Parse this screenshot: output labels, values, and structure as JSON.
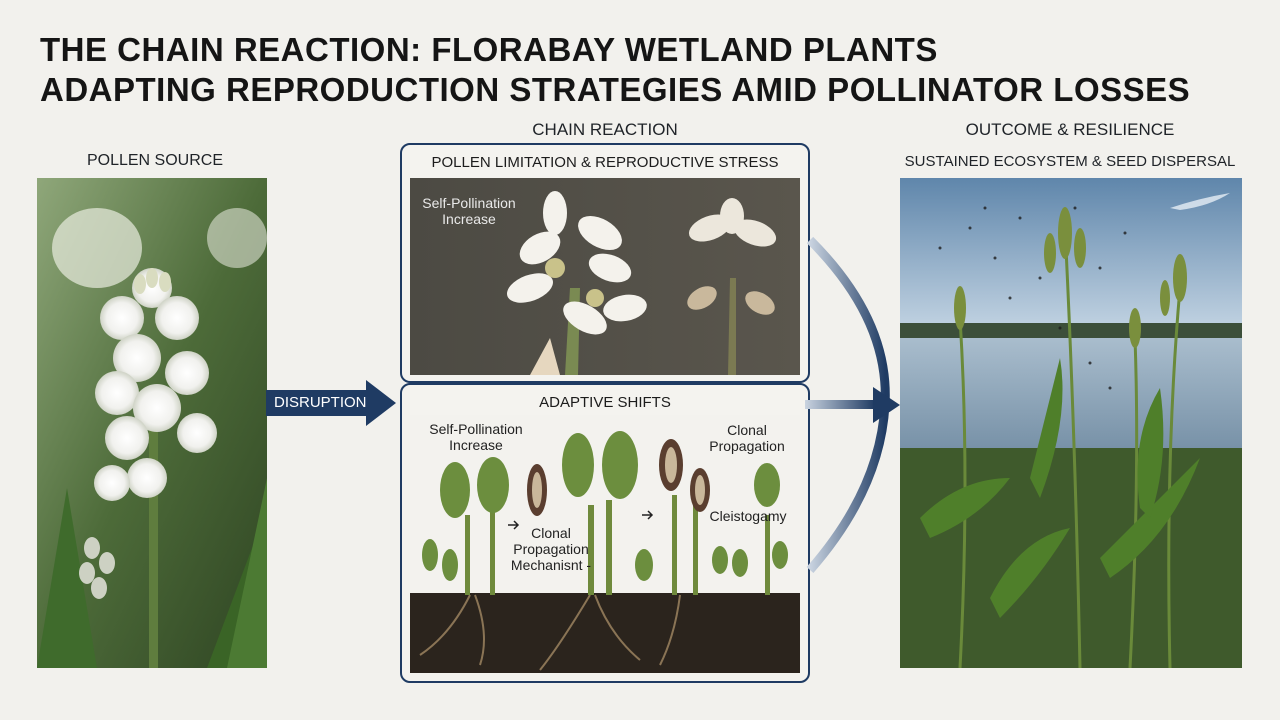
{
  "title": {
    "bold": "THE CHAIN REACTION:",
    "rest_line1": " FLORABAY WETLAND PLANTS",
    "line2": "ADAPTING REPRODUCTION STRATEGIES AMID POLLINATOR LOSSES"
  },
  "left": {
    "label": "POLLEN SOURCE"
  },
  "middle": {
    "header": "CHAIN REACTION",
    "top_box": {
      "title": "POLLEN LIMITATION & REPRODUCTIVE STRESS",
      "annotation": "Self-Pollination\nIncrease"
    },
    "bottom_box": {
      "title": "ADAPTIVE SHIFTS",
      "ann_self": "Self-Pollination\nIncrease",
      "ann_clonal_top": "Clonal\nPropagation",
      "ann_clonal_mech": "Clonal\nPropagation\nMechanisnt -",
      "ann_cleist": "Cleistogamy"
    }
  },
  "arrow": {
    "label": "DISRUPTION",
    "color": "#1f3b63"
  },
  "right": {
    "header": "OUTCOME & RESILIENCE",
    "label": "SUSTAINED ECOSYSTEM & SEED DISPERSAL"
  },
  "colors": {
    "accent": "#1f3b63",
    "background": "#f2f1ed"
  }
}
